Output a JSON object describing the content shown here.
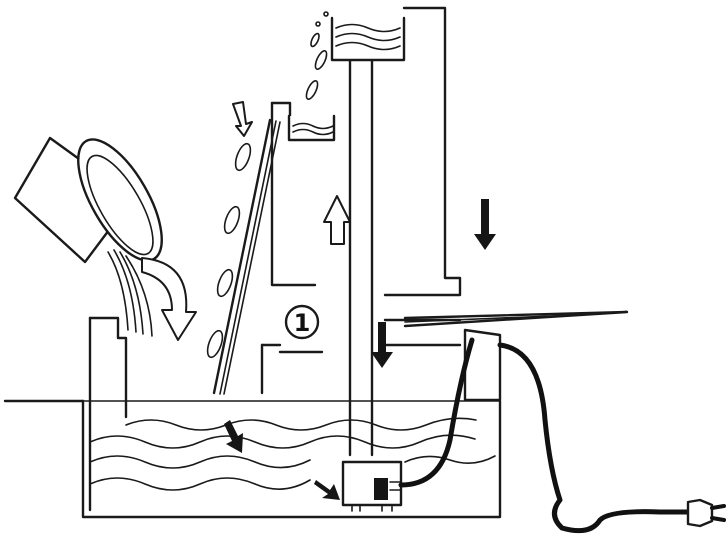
{
  "diagram": {
    "step_marker": "1",
    "components": [
      {
        "id": "water-basin",
        "icon": "basin"
      },
      {
        "id": "pouring-bucket",
        "icon": "bucket-icon"
      },
      {
        "id": "pump",
        "icon": "pump-icon"
      },
      {
        "id": "upper-reservoir",
        "icon": "reservoir-icon"
      },
      {
        "id": "power-plug",
        "icon": "plug-icon"
      }
    ],
    "colors": {
      "ink": "#1a1a1a",
      "background": "#ffffff"
    }
  }
}
